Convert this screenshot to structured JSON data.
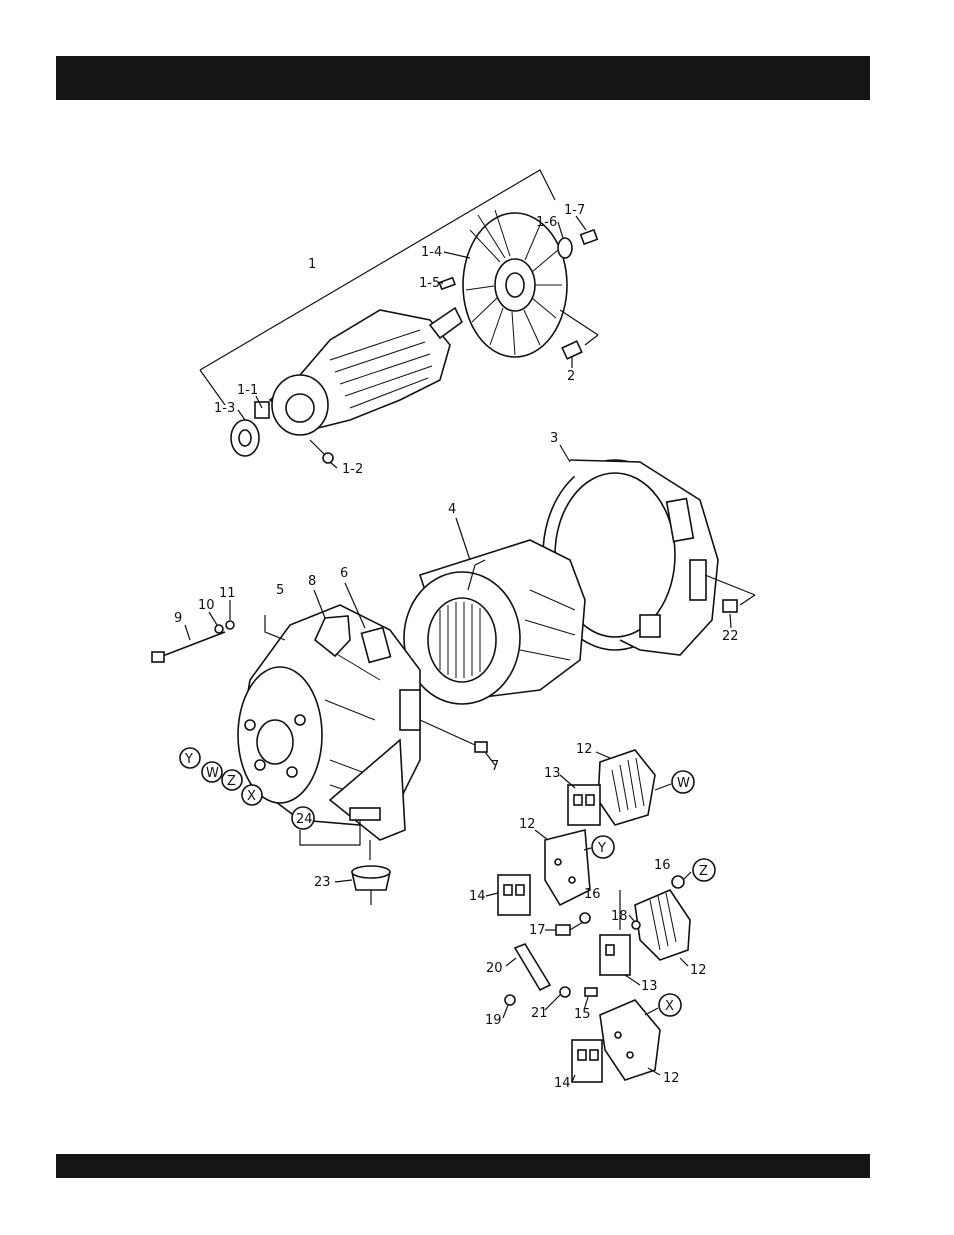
{
  "header": {
    "title": ""
  },
  "footer": {
    "text": ""
  },
  "callouts": {
    "c1": "1",
    "c1_1": "1-1",
    "c1_2": "1-2",
    "c1_3": "1-3",
    "c1_4": "1-4",
    "c1_5": "1-5",
    "c1_6": "1-6",
    "c1_7": "1-7",
    "c2": "2",
    "c3": "3",
    "c4": "4",
    "c5": "5",
    "c6": "6",
    "c7": "7",
    "c8": "8",
    "c9": "9",
    "c10": "10",
    "c11": "11",
    "c12a": "12",
    "c12b": "12",
    "c12c": "12",
    "c12d": "12",
    "c13a": "13",
    "c13b": "13",
    "c14a": "14",
    "c14b": "14",
    "c15": "15",
    "c16a": "16",
    "c16b": "16",
    "c17": "17",
    "c18": "18",
    "c19": "19",
    "c20": "20",
    "c21": "21",
    "c22": "22",
    "c23": "23",
    "c24": "24",
    "cY": "Y",
    "cW": "W",
    "cZ": "Z",
    "cX": "X",
    "cW2": "W",
    "cY2": "Y",
    "cZ2": "Z",
    "cX2": "X"
  }
}
